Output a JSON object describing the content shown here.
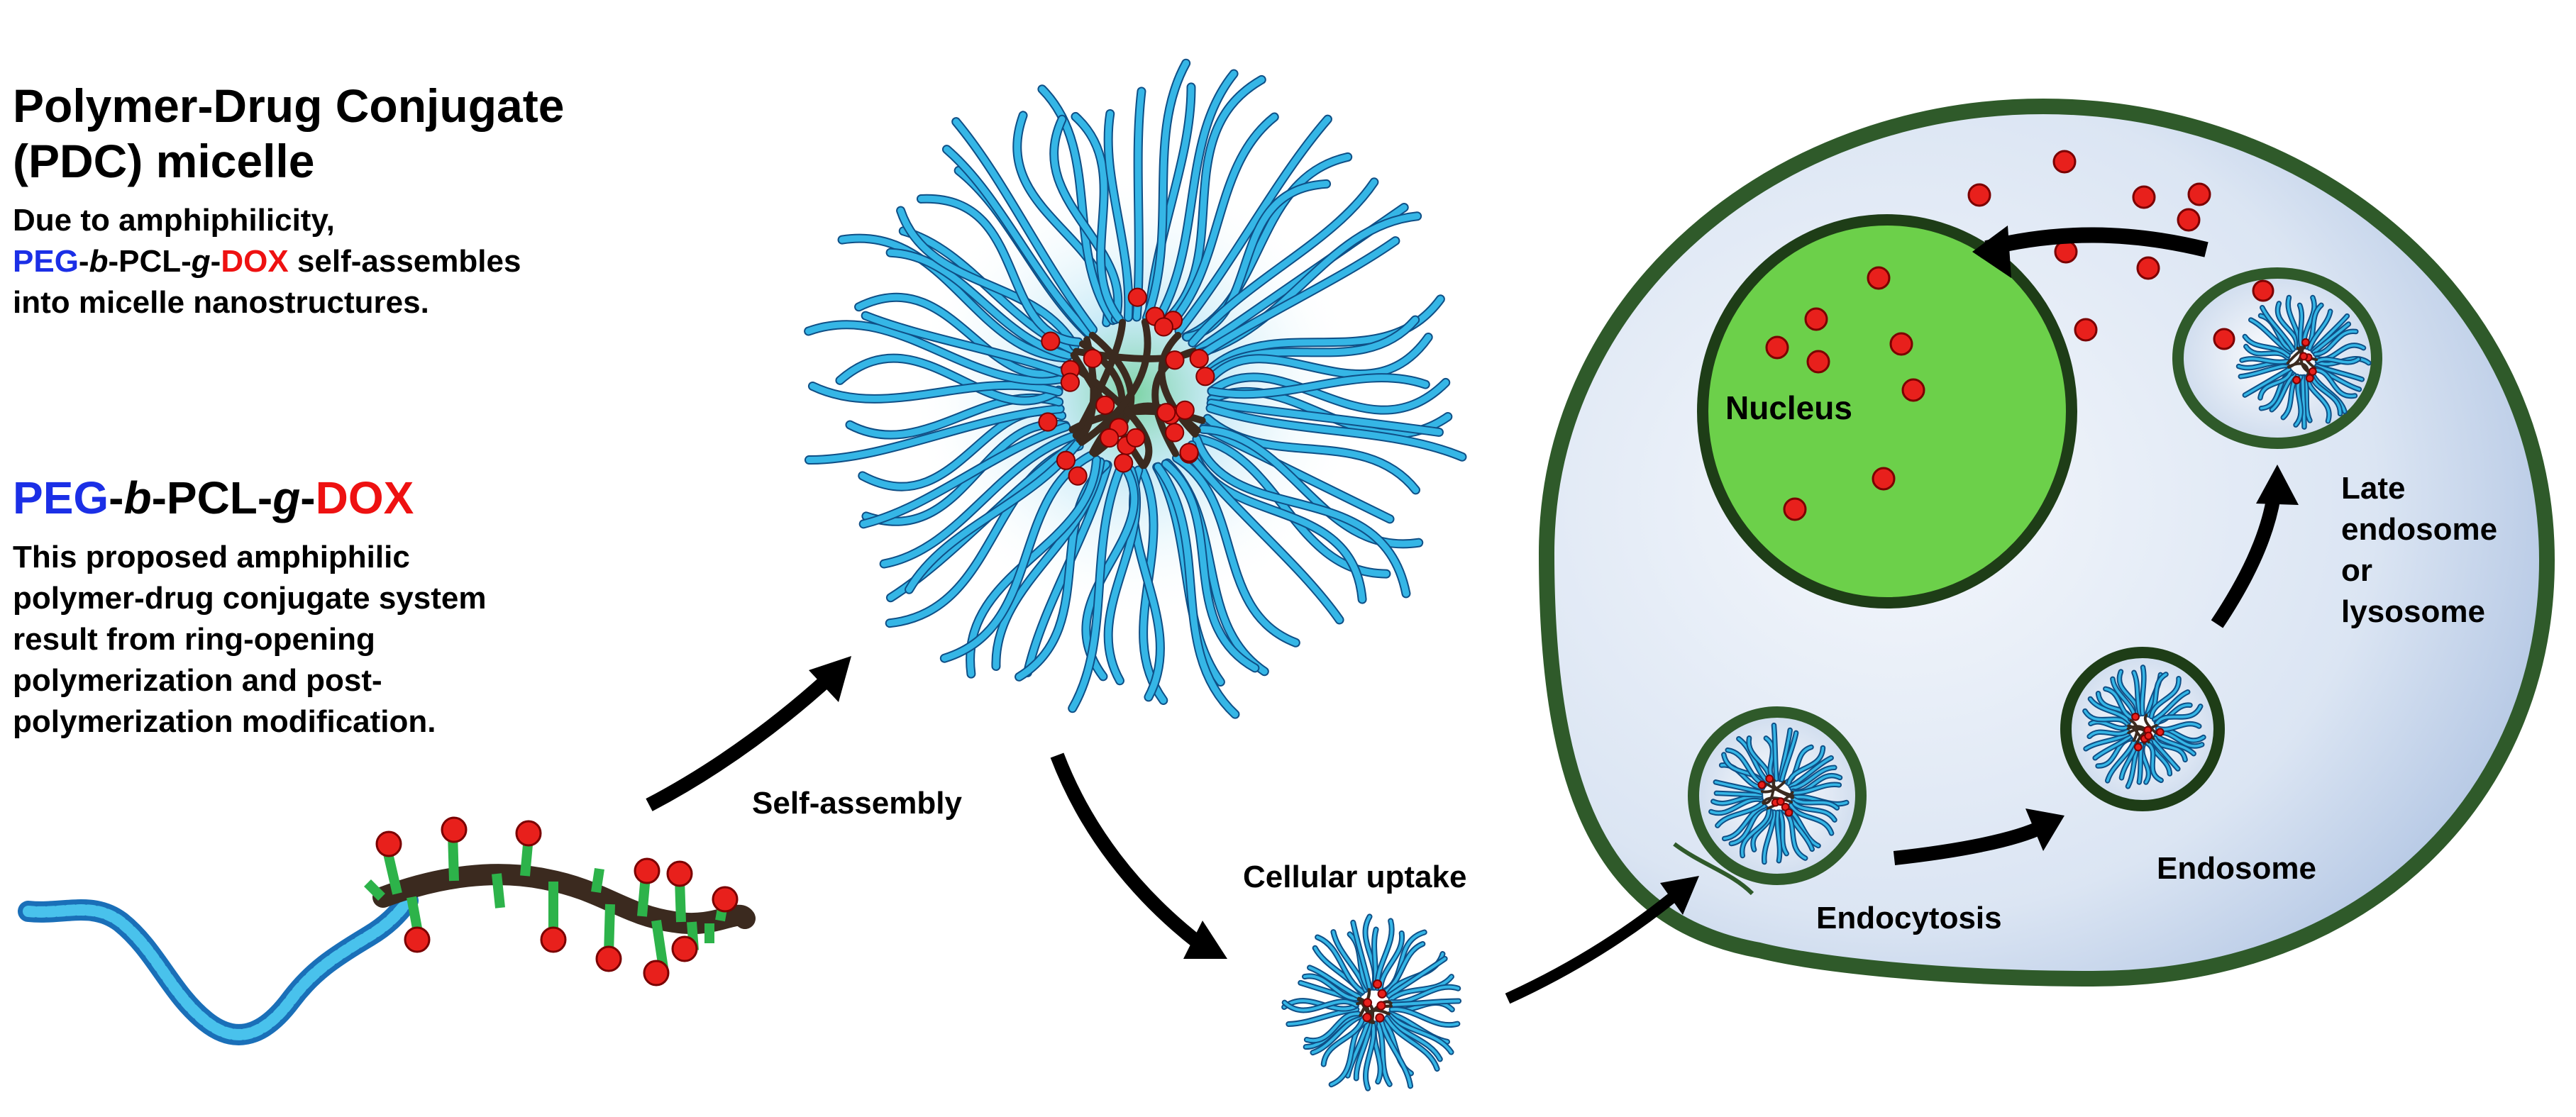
{
  "title_line1": "Polymer-Drug Conjugate",
  "title_line2": "(PDC) micelle",
  "desc_line1": "Due to amphiphilicity,",
  "desc_line2": {
    "peg": "PEG",
    "dash1": "-",
    "b": "b",
    "dash2": "-PCL-",
    "g": "g",
    "dash3": "-",
    "dox": "DOX",
    "rest": " self-assembles"
  },
  "desc_line3": "into micelle nanostructures.",
  "polymer_name": {
    "peg": "PEG",
    "dash1": "-",
    "b": "b",
    "dash2": "-PCL-",
    "g": "g",
    "dash3": "-",
    "dox": "DOX"
  },
  "proposal_lines": [
    "This proposed amphiphilic",
    "polymer-drug conjugate system",
    "result from ring-opening",
    "polymerization and post-",
    "polymerization modification."
  ],
  "labels": {
    "self_assembly": "Self-assembly",
    "cellular_uptake": "Cellular uptake",
    "nucleus": "Nucleus",
    "endocytosis": "Endocytosis",
    "endosome": "Endosome",
    "late_line1": "Late",
    "late_line2": "endosome",
    "late_line3": "or",
    "late_line4": "lysosome"
  },
  "colors": {
    "peg_blue": "#1b2fe6",
    "dox_red": "#ee1111",
    "corona": "#2aa7de",
    "core": "#3b2a1f",
    "drug": "#e8201c",
    "linker": "#2db34a",
    "cell_border": "#2f5a2a",
    "cell_fill": "#d9e4f3",
    "nucleus_fill": "#6cd04a"
  }
}
